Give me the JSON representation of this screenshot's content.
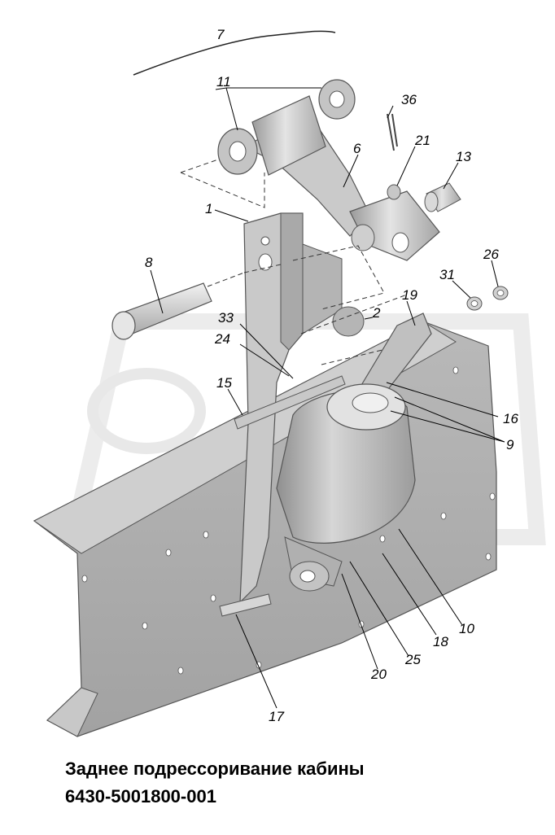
{
  "figure": {
    "callouts": [
      "7",
      "11",
      "36",
      "6",
      "21",
      "13",
      "1",
      "8",
      "26",
      "31",
      "19",
      "2",
      "33",
      "24",
      "15",
      "16",
      "9",
      "10",
      "18",
      "25",
      "20",
      "17"
    ]
  },
  "caption": {
    "line1": "Заднее подрессоривание кабины",
    "line2": "6430-5001800-001"
  },
  "colors": {
    "part_light": "#e2e2e2",
    "part_mid": "#bdbdbd",
    "part_dark": "#8c8c8c",
    "watermark": "#ececec",
    "leader_line": "#000000"
  }
}
